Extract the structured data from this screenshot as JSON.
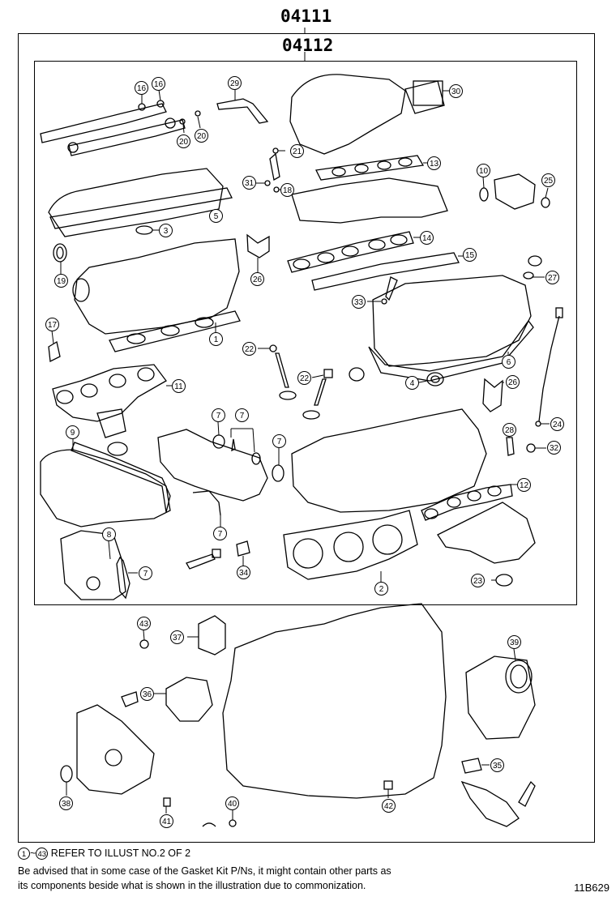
{
  "titles": {
    "outer_kit": "04111",
    "inner_kit": "04112"
  },
  "callouts": [
    "1",
    "2",
    "3",
    "4",
    "5",
    "6",
    "7",
    "8",
    "9",
    "10",
    "11",
    "12",
    "13",
    "14",
    "15",
    "16",
    "17",
    "18",
    "19",
    "20",
    "21",
    "22",
    "23",
    "24",
    "25",
    "26",
    "27",
    "28",
    "29",
    "30",
    "31",
    "32",
    "33",
    "34",
    "35",
    "36",
    "37",
    "38",
    "39",
    "40",
    "41",
    "42",
    "43"
  ],
  "footer": {
    "ref_from": "1",
    "ref_sep": "~",
    "ref_to": "43",
    "ref_text": "REFER TO ILLUST NO.2 OF 2",
    "advisory_line1": "Be advised that in some case of the Gasket Kit P/Ns,  it might contain other parts as",
    "advisory_line2": "its components beside what is shown in the illustration due to commonization.",
    "illustration_code": "11B629"
  }
}
